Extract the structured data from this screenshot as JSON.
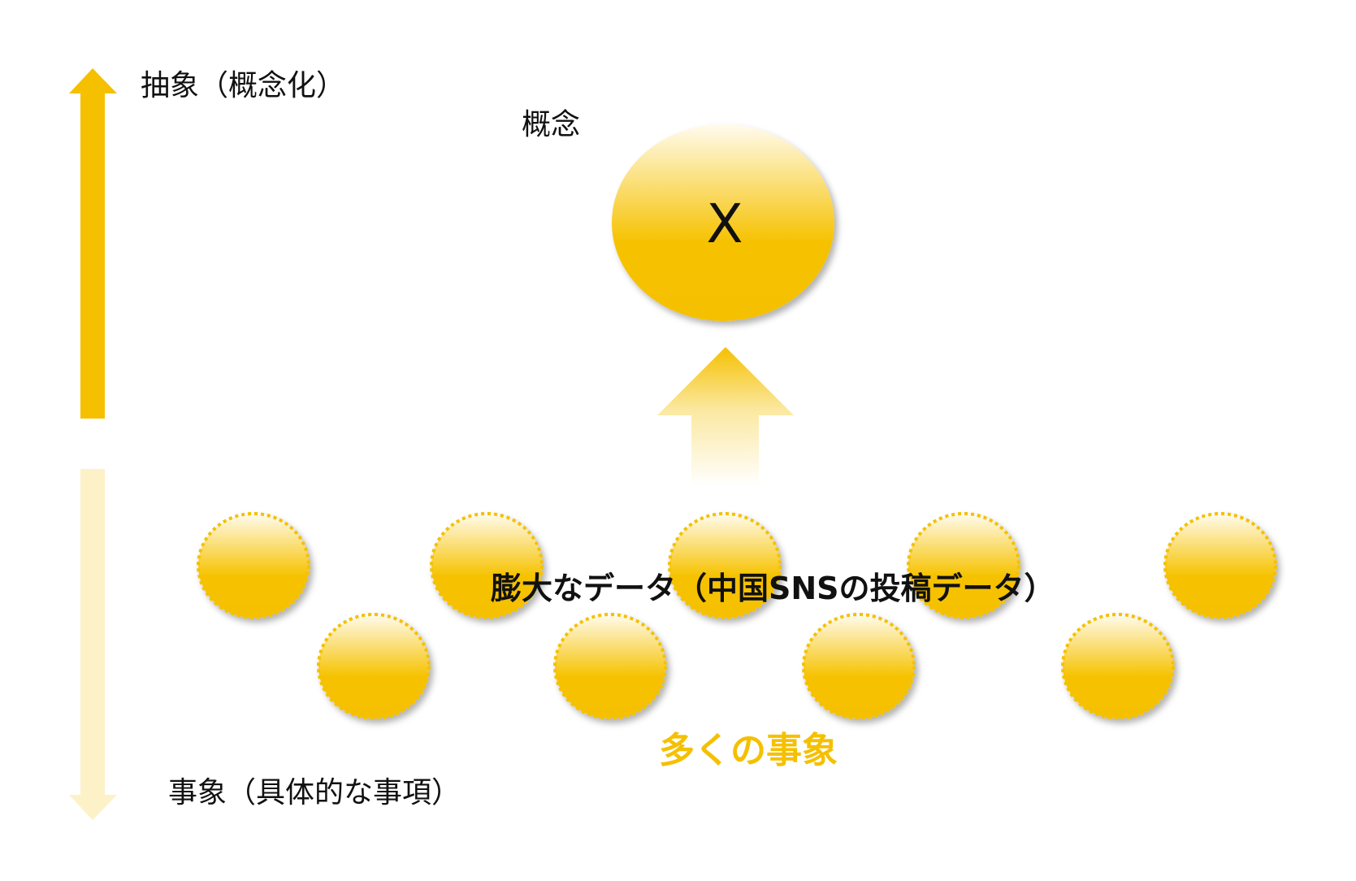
{
  "axis": {
    "top_label": "抽象（概念化）",
    "bottom_label": "事象（具体的な事項）"
  },
  "concept": {
    "label": "概念",
    "symbol": "X"
  },
  "data_label": "膨大なデータ（中国SNSの投稿データ）",
  "events_label": "多くの事象",
  "event_count": 9,
  "colors": {
    "accent": "#f5c000",
    "accent_light": "#fdf1c8",
    "text": "#111111"
  }
}
